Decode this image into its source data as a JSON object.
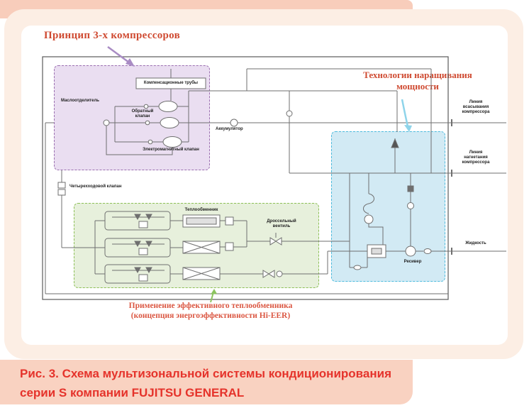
{
  "headings": {
    "principle": "Принцип 3-х компрессоров",
    "tech_line1": "Технологии наращивания",
    "tech_line2": "мощности",
    "green_caption_line1": "Применение эффективного теплообменника",
    "green_caption_line2": "(концепция энергоэффективности Hi-EER)"
  },
  "diagram": {
    "labels": {
      "oil_separator": "Маслоотделитель",
      "compensation_pipes": "Компенсационные трубы",
      "check_valve": "Обратный клапан",
      "solenoid_valve": "Электромагнитный клапан",
      "accumulator": "Аккумулятор",
      "four_way_valve": "Четырехходовой клапан",
      "heat_exchanger": "Теплообменник",
      "throttle_valve": "Дроссельный вентиль",
      "receiver": "Ресивер",
      "suction_line": "Линия всасывания компрессора",
      "discharge_line": "Линия нагнетания компрессора",
      "liquid": "Жидкость"
    }
  },
  "figure_caption": {
    "line1": "Рис. 3. Схема мультизональной системы кондиционирования",
    "line2": "серии S компании FUJITSU GENERAL"
  },
  "colors": {
    "top_band": "#f8cdbb",
    "card_frame": "#fceee4",
    "bottom_band": "#f9d2c1",
    "heading_red": "#cf4a31",
    "caption_red": "#e5332b",
    "purple_border": "#9b6fb0",
    "purple_fill": "#eadef1",
    "green_border": "#8cbf55",
    "green_fill": "#e7f0dc",
    "blue_border": "#4cbbdd",
    "blue_fill": "#d2eaf4",
    "line": "#6f6f6f"
  }
}
